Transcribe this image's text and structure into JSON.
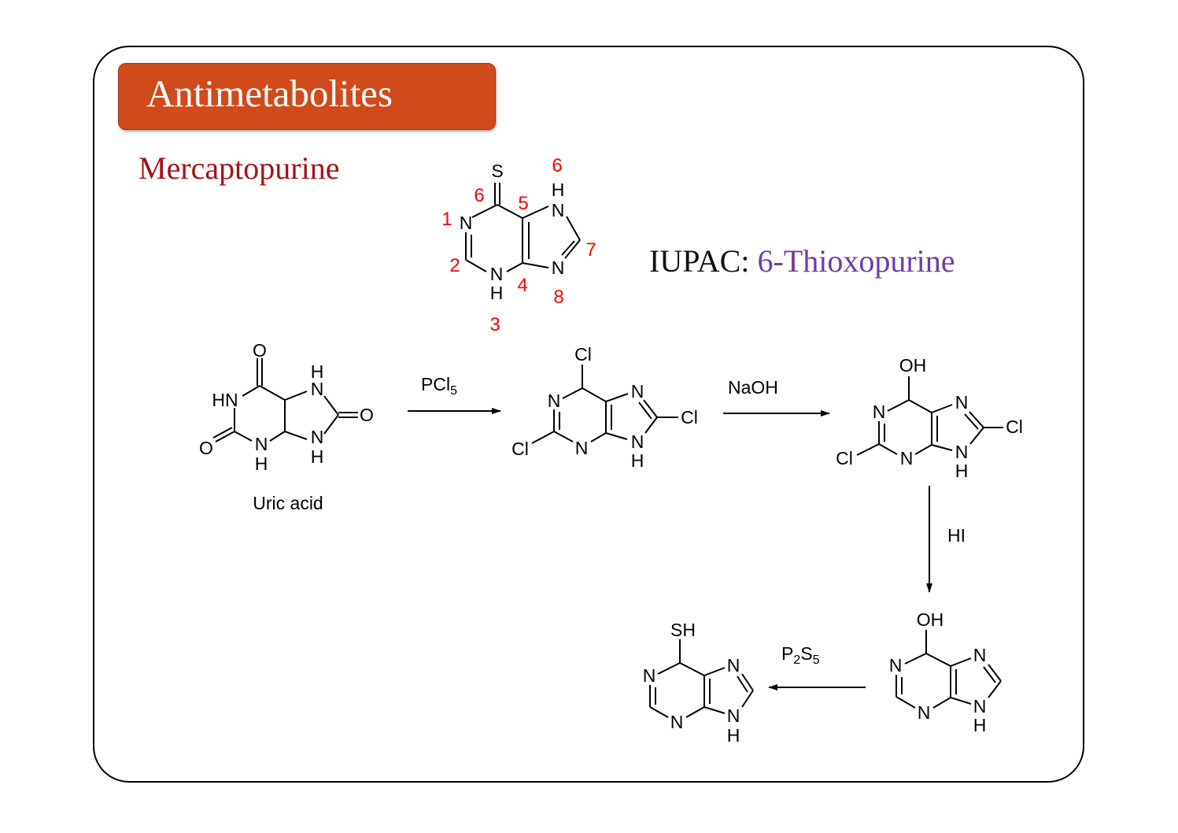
{
  "slide": {
    "title": "Antimetabolites",
    "drug_name": "Mercaptopurine",
    "iupac_label": "IUPAC:",
    "iupac_name": "6-Thioxopurine"
  },
  "numbered_structure": {
    "atoms": {
      "S": "S",
      "N1": "N",
      "N3": "N",
      "H3": "H",
      "N7": "N",
      "H7": "H",
      "N9": "N"
    },
    "ring_numbers": [
      "1",
      "2",
      "3",
      "4",
      "5",
      "6",
      "6",
      "7",
      "8"
    ]
  },
  "uric_acid": {
    "atoms": {
      "O_top": "O",
      "HN": "HN",
      "N_7": "N",
      "H_7": "H",
      "O_right": "O",
      "O_left": "O",
      "N_3": "N",
      "H_3": "H",
      "N_9": "N",
      "H_9": "H"
    },
    "caption": "Uric acid"
  },
  "dichloropurine": {
    "atoms": {
      "Cl6": "Cl",
      "N1": "N",
      "N7": "N",
      "Cl8": "Cl",
      "Cl2": "Cl",
      "N3": "N",
      "N9": "N",
      "H9": "H"
    }
  },
  "hydroxy_dichloropurine": {
    "atoms": {
      "OH": "OH",
      "N1": "N",
      "N7": "N",
      "Cl8": "Cl",
      "Cl2": "Cl",
      "N3": "N",
      "N9": "N",
      "H9": "H"
    }
  },
  "hypoxanthine": {
    "atoms": {
      "OH": "OH",
      "N1": "N",
      "N7": "N",
      "N3": "N",
      "N9": "N",
      "H9": "H"
    }
  },
  "mercaptopurine_product": {
    "atoms": {
      "SH": "SH",
      "N1": "N",
      "N7": "N",
      "N3": "N",
      "N9": "N",
      "H9": "H"
    }
  },
  "reagents": {
    "step1": {
      "base": "PCl",
      "sub": "5"
    },
    "step2": "NaOH",
    "step3": "HI",
    "step4": {
      "p": "P",
      "p_sub": "2",
      "s": "S",
      "s_sub": "5"
    }
  }
}
